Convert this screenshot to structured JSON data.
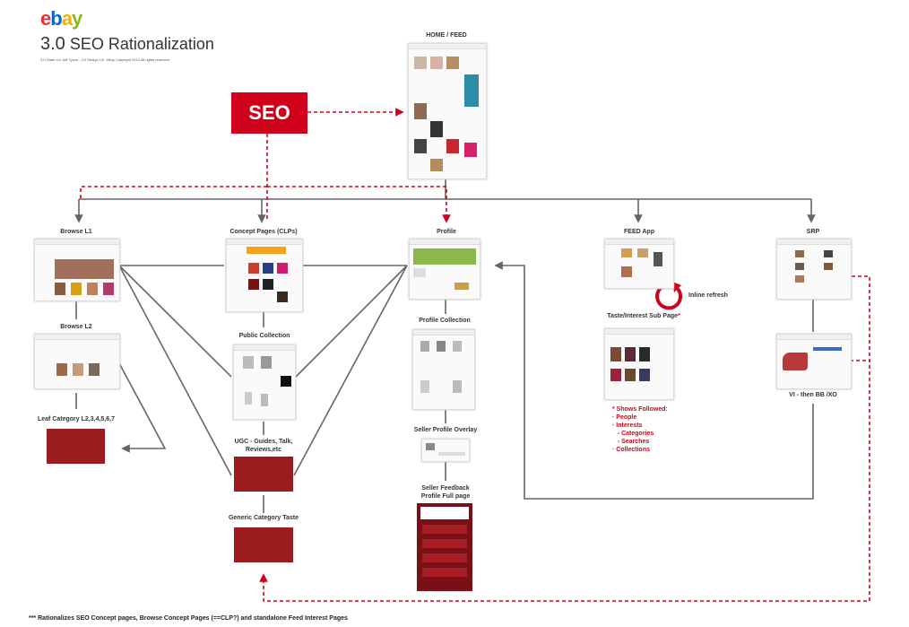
{
  "header": {
    "logo_letters": [
      {
        "ch": "e",
        "color": "#e53238"
      },
      {
        "ch": "b",
        "color": "#0064d2"
      },
      {
        "ch": "a",
        "color": "#f5af02"
      },
      {
        "ch": "y",
        "color": "#86b817"
      }
    ],
    "version": "3.0",
    "title": "SEO Rationalization",
    "credit": "3.0 Team c/o Jeff Tyson - 3.0 Design UX. eBay Copyright 2013 All rights reserved."
  },
  "nodes": {
    "seo": "SEO",
    "home_feed": "HOME / FEED",
    "browse_l1": "Browse L1",
    "browse_l2": "Browse L2",
    "leaf_category": "Leaf Category L2,3,4,5,6,7",
    "concept_pages": "Concept Pages (CLPs)",
    "public_collection": "Public Collection",
    "ugc": "UGC - Guides, Talk,\nReviews,etc",
    "generic_taste": "Generic Category Taste",
    "profile": "Profile",
    "profile_collection": "Profile Collection",
    "seller_overlay": "Seller Profile Overlay",
    "seller_feedback": "Seller Feedback\nProfile Full page",
    "feed_app": "FEED App",
    "inline_refresh": "Inline refresh",
    "taste_interest": "Taste/Interest Sub Page",
    "taste_asterisk": "*",
    "srp": "SRP",
    "vi": "VI - then BB /XO"
  },
  "notes": "* Shows Followed:\n· People\n· Interests\n   - Categories\n   - Searches\n· Collections",
  "footer": "*** Rationalizes SEO Concept pages, Browse Concept Pages (==CLP?) and standalone Feed Interest Pages",
  "colors": {
    "accent_red": "#d0021b",
    "block_red": "#9b1c1f",
    "connector_gray": "#666666"
  }
}
